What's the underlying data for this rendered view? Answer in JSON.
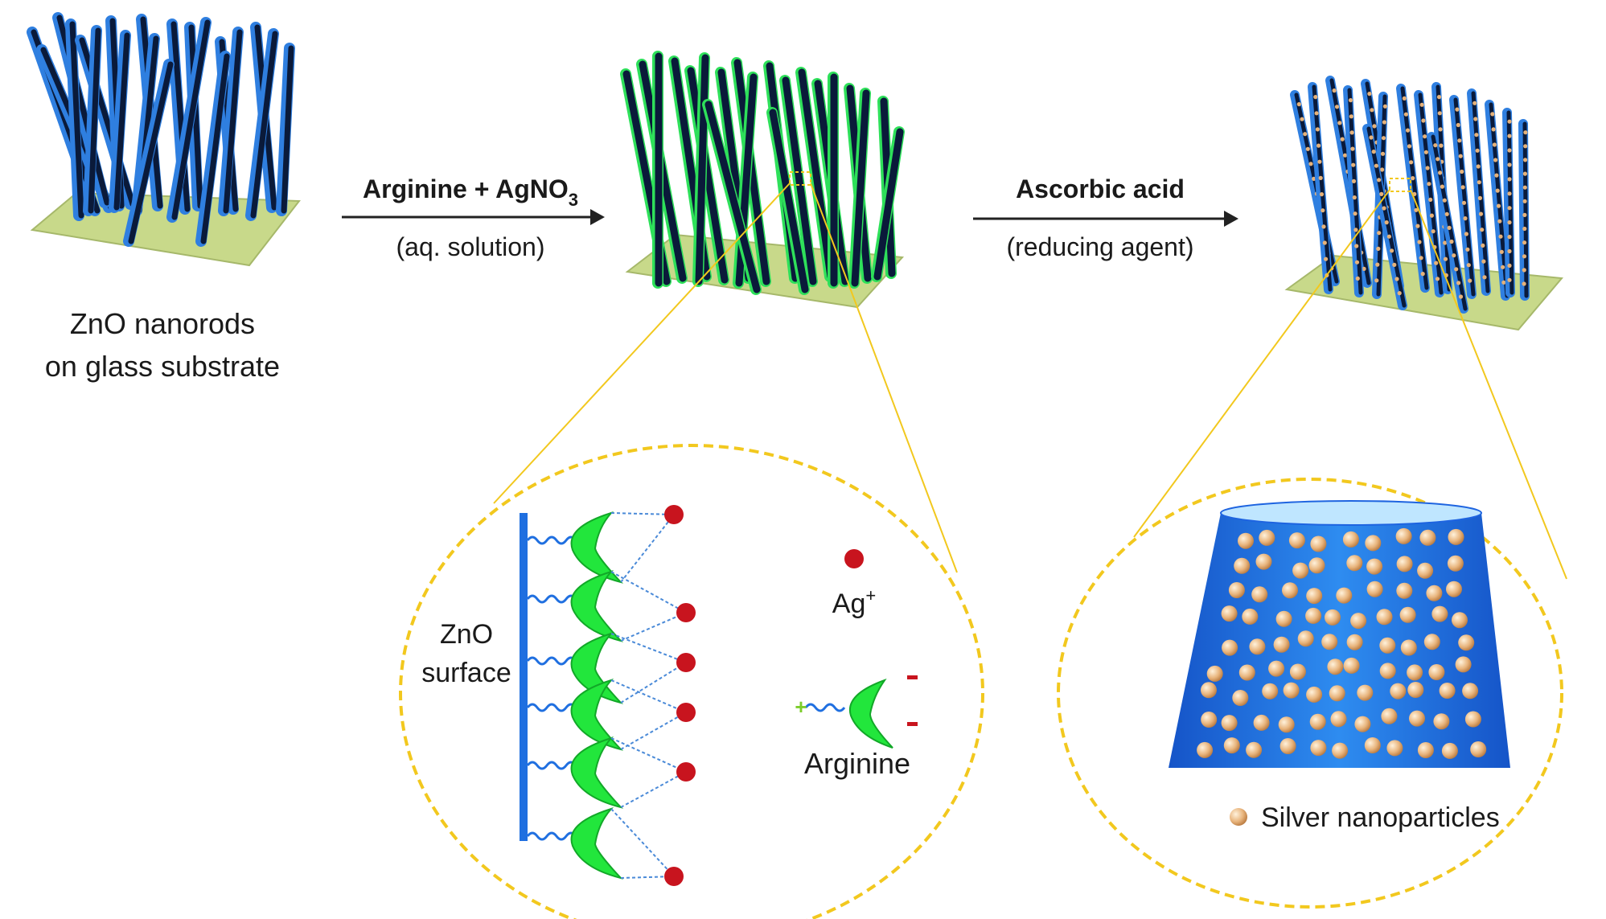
{
  "colors": {
    "substrate": "#c8d98a",
    "rod_dark": "#0a1a3a",
    "rod_light": "#2f7fe0",
    "rod_green": "#2ee05a",
    "arginine": "#22e63c",
    "ag_ion": "#c8141e",
    "zno_surface": "#1f6fe0",
    "zoom_line": "#f2c81e",
    "cone": "#1e64e0",
    "particle": "#e6b27a"
  },
  "labels": {
    "step1_caption_line1": "ZnO nanorods",
    "step1_caption_line2": "on glass substrate",
    "arrow1_top_main": "Arginine + AgNO",
    "arrow1_top_sub": "3",
    "arrow1_bottom": "(aq. solution)",
    "arrow2_top": "Ascorbic  acid",
    "arrow2_bottom": "(reducing agent)",
    "zno_surface_line1": "ZnO",
    "zno_surface_line2": "surface",
    "ag_ion_main": "Ag",
    "ag_ion_sup": "+",
    "plus_sign": "+",
    "minus_sign": "-",
    "arginine_label": "Arginine",
    "silver_np_label": "Silver nanoparticles"
  }
}
